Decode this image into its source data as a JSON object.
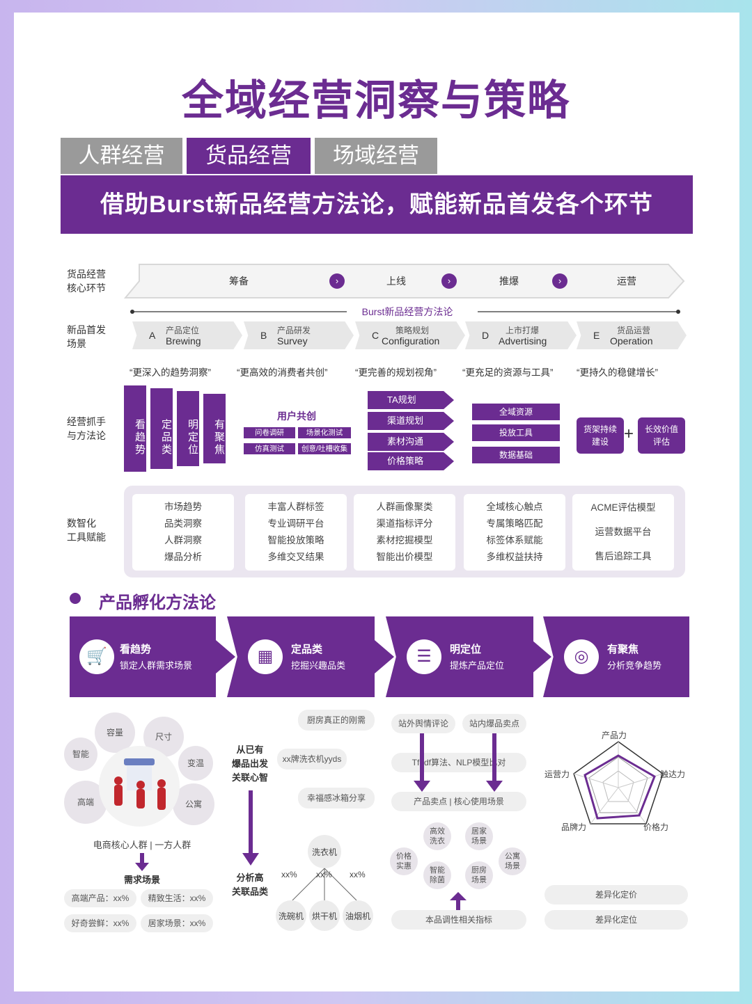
{
  "title": "全域经营洞察与策略",
  "tabs": [
    "人群经营",
    "货品经营",
    "场域经营"
  ],
  "banner": "借助Burst新品经营方法论，赋能新品首发各个环节",
  "row_labels": {
    "core": "货品经营\n核心环节",
    "scene": "新品首发\n场景",
    "grasp": "经营抓手\n与方法论",
    "tool": "数智化\n工具赋能"
  },
  "stages": [
    "筹备",
    "上线",
    "推爆",
    "运营"
  ],
  "method_label": "Burst新品经营方法论",
  "scenes": [
    {
      "letter": "A",
      "zh": "产品定位",
      "en": "Brewing"
    },
    {
      "letter": "B",
      "zh": "产品研发",
      "en": "Survey"
    },
    {
      "letter": "C",
      "zh": "策略规划",
      "en": "Configuration"
    },
    {
      "letter": "D",
      "zh": "上市打爆",
      "en": "Advertising"
    },
    {
      "letter": "E",
      "zh": "货品运营",
      "en": "Operation"
    }
  ],
  "quotes": [
    "“更深入的趋势洞察”",
    "“更高效的消费者共创”",
    "“更完善的规划视角”",
    "“更充足的资源与工具”",
    "“更持久的稳健增长”"
  ],
  "pillars": [
    "看趋势",
    "定品类",
    "明定位",
    "有聚焦"
  ],
  "cocreate": {
    "title": "用户共创",
    "items": [
      "问卷调研",
      "场景化测试",
      "仿真测试",
      "创意/吐槽收集"
    ]
  },
  "plans": [
    "TA规划",
    "渠道规划",
    "素材沟通",
    "价格策略"
  ],
  "resources": [
    "全域资源",
    "投放工具",
    "数据基础"
  ],
  "ops": {
    "left": "货架持续\n建设",
    "plus": "+",
    "right": "长效价值\n评估"
  },
  "tools": [
    [
      "市场趋势",
      "品类洞察",
      "人群洞察",
      "爆品分析"
    ],
    [
      "丰富人群标签",
      "专业调研平台",
      "智能投放策略",
      "多维交叉结果"
    ],
    [
      "人群画像聚类",
      "渠道指标评分",
      "素材挖掘模型",
      "智能出价模型"
    ],
    [
      "全域核心触点",
      "专属策略匹配",
      "标签体系赋能",
      "多维权益扶持"
    ],
    [
      "ACME评估模型",
      "运营数据平台",
      "售后追踪工具"
    ]
  ],
  "section_title": "产品孵化方法论",
  "steps": [
    {
      "icon": "🛒",
      "t": "看趋势",
      "s": "锁定人群需求场景"
    },
    {
      "icon": "▦",
      "t": "定品类",
      "s": "挖掘兴趣品类"
    },
    {
      "icon": "☰",
      "t": "明定位",
      "s": "提炼产品定位"
    },
    {
      "icon": "◎",
      "t": "有聚焦",
      "s": "分析竞争趋势"
    }
  ],
  "b1": {
    "bubbles": [
      "容量",
      "尺寸",
      "智能",
      "变温",
      "高端",
      "公寓"
    ],
    "caption": "电商核心人群 | 一方人群",
    "need": "需求场景",
    "pills": [
      "高端产品：xx%",
      "精致生活：xx%",
      "好奇尝鲜：xx%",
      "居家场景：xx%"
    ]
  },
  "b2": {
    "from": "从已有\n爆品出发\n关联心智",
    "to": "分析高\n关联品类",
    "tags": [
      "厨房真正的刚需",
      "xx牌洗衣机yyds",
      "幸福感冰箱分享"
    ],
    "center": "洗衣机",
    "pcts": [
      "xx%",
      "xx%",
      "xx%"
    ],
    "leaves": [
      "洗碗机",
      "烘干机",
      "油烟机"
    ]
  },
  "b3": {
    "top": [
      "站外舆情评论",
      "站内爆品卖点"
    ],
    "algo": "Tf-idf算法、NLP模型比对",
    "mid": "产品卖点 | 核心使用场景",
    "bubbles": [
      "高效\n洗衣",
      "居家\n场景",
      "价格\n实惠",
      "公寓\n场景",
      "智能\n除菌",
      "厨房\n场景"
    ],
    "bottom": "本品调性相关指标"
  },
  "b4": {
    "axes": [
      "产品力",
      "触达力",
      "价格力",
      "品牌力",
      "运营力"
    ],
    "pills": [
      "差异化定价",
      "差异化定位"
    ]
  },
  "colors": {
    "brand": "#6b2c91",
    "tab_gray": "#9a9a9a"
  }
}
